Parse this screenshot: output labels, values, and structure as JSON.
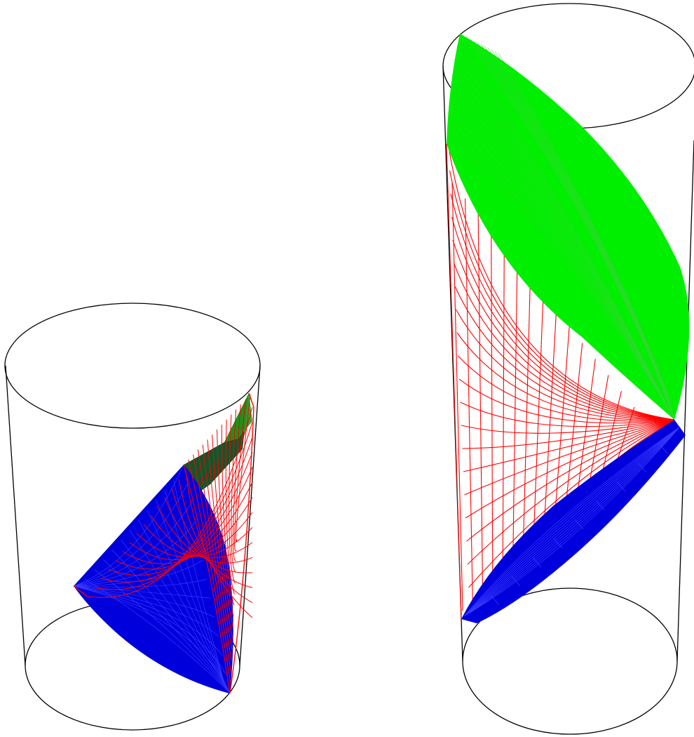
{
  "figure": {
    "panels": [
      {
        "id": "left-cylinder",
        "surfaces": [
          "red-wireframe-surface",
          "blue-surface",
          "green-surface"
        ]
      },
      {
        "id": "right-cylinder",
        "surfaces": [
          "red-wireframe-surface",
          "blue-surface",
          "green-surface"
        ]
      }
    ]
  },
  "colors": {
    "outline": "#000000",
    "red_wire": "#ff0000",
    "blue_fill": "#0000dd",
    "blue_wire": "#2a2aff",
    "green_fill": "#00ee00",
    "dark_green": "#0b4a1e",
    "background": "#ffffff"
  }
}
